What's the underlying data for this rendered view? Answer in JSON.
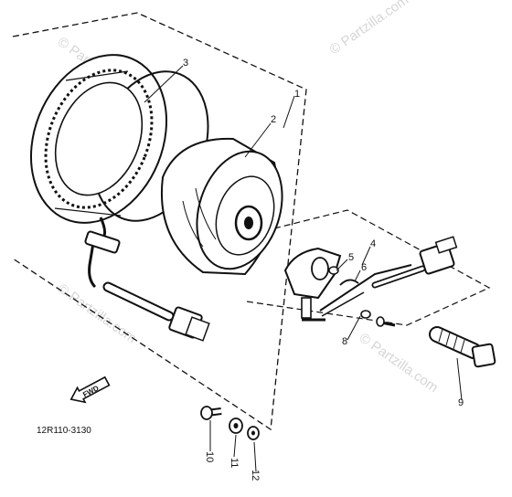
{
  "diagram": {
    "callouts": [
      {
        "id": "c1",
        "text": "1"
      },
      {
        "id": "c2",
        "text": "2"
      },
      {
        "id": "c3",
        "text": "3"
      },
      {
        "id": "c4",
        "text": "4"
      },
      {
        "id": "c5",
        "text": "5"
      },
      {
        "id": "c6",
        "text": "6"
      },
      {
        "id": "c8",
        "text": "8"
      },
      {
        "id": "c9",
        "text": "9"
      },
      {
        "id": "c10",
        "text": "10"
      },
      {
        "id": "c11",
        "text": "11"
      },
      {
        "id": "c12",
        "text": "12"
      }
    ],
    "fwd_label": "FWD",
    "diagram_code": "12R110-3130"
  },
  "watermark": {
    "text": "© Partzilla.com"
  },
  "colors": {
    "line": "#111111",
    "watermark": "#d6d6d6",
    "background": "#ffffff"
  }
}
